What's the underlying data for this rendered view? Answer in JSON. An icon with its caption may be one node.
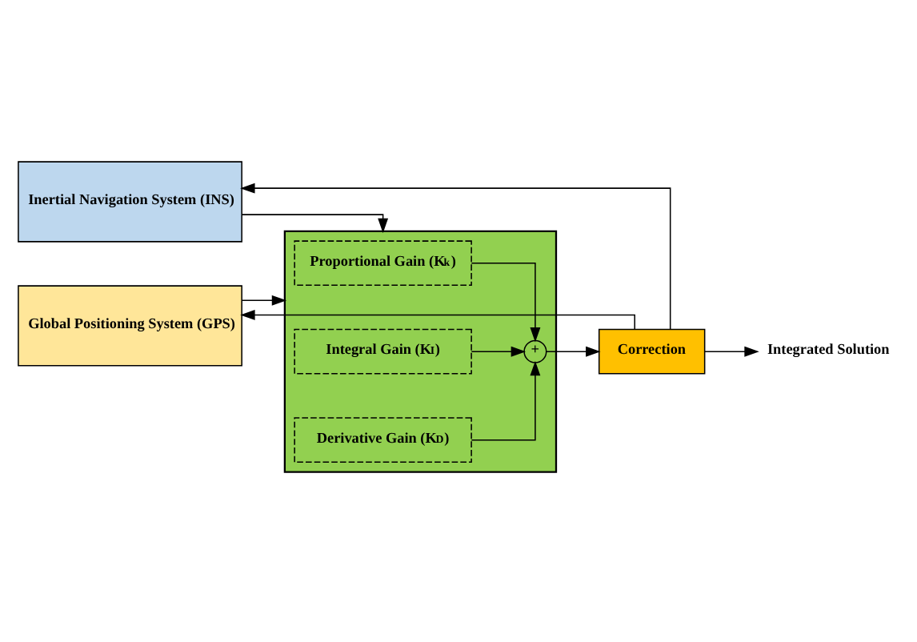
{
  "diagram": {
    "nodes": [
      {
        "text": [
          "Inertial Navigation System (INS)"
        ]
      },
      {
        "text": [
          "Global Positioning System (GPS)"
        ]
      },
      {
        "text": [],
        "shape": "box"
      },
      {
        "text": [
          "Proportional Gain (K$_{k}$)"
        ],
        "in": 2
      },
      {
        "text": [
          "Integral Gain (K$_{I}$)"
        ],
        "in": 2
      },
      {
        "text": [
          "Derivative Gain (K$_{D}$)"
        ],
        "in": 2
      },
      {
        "text": [
          "+"
        ],
        "in": 2
      },
      {
        "text": [
          "Correction"
        ]
      },
      {
        "text": [
          "Integrated Solution"
        ]
      }
    ],
    "edges": [
      {
        "from": 0,
        "to": 2,
        "arrow": "to"
      },
      {
        "from": 1,
        "to": 2,
        "arrow": "to"
      },
      {
        "from": 3,
        "to": 6,
        "arrow": "to"
      },
      {
        "from": 4,
        "to": 6,
        "arrow": "to"
      },
      {
        "from": 5,
        "to": 6,
        "arrow": "to"
      },
      {
        "from": 6,
        "to": 7,
        "arrow": "to"
      },
      {
        "from": 7,
        "to": 0,
        "arrow": "to"
      },
      {
        "from": 7,
        "to": 1,
        "arrow": "to"
      },
      {
        "from": 7,
        "to": 8,
        "arrow": "to"
      }
    ]
  }
}
